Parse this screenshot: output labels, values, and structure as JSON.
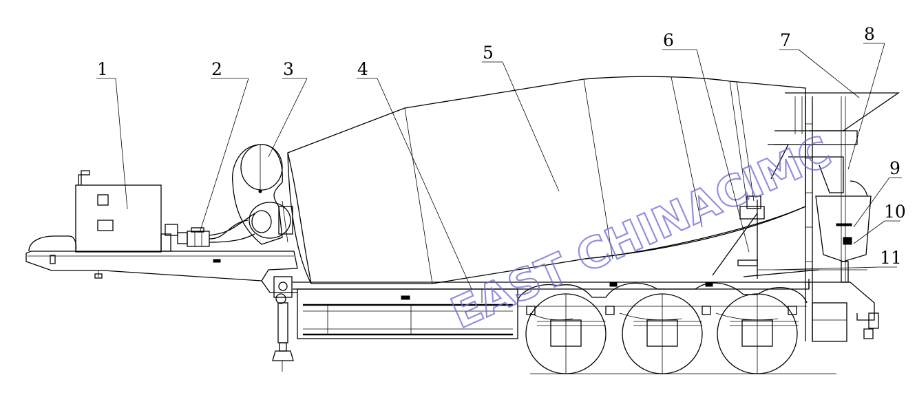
{
  "diagram": {
    "callouts": [
      {
        "id": "1",
        "label": "1"
      },
      {
        "id": "2",
        "label": "2"
      },
      {
        "id": "3",
        "label": "3"
      },
      {
        "id": "4",
        "label": "4"
      },
      {
        "id": "5",
        "label": "5"
      },
      {
        "id": "6",
        "label": "6"
      },
      {
        "id": "7",
        "label": "7"
      },
      {
        "id": "8",
        "label": "8"
      },
      {
        "id": "9",
        "label": "9"
      },
      {
        "id": "10",
        "label": "10"
      },
      {
        "id": "11",
        "label": "11"
      }
    ],
    "watermark": "EAST CHINACIMC",
    "colors": {
      "line": "#000000",
      "watermark": "#6a6ad8",
      "background": "#ffffff"
    }
  }
}
